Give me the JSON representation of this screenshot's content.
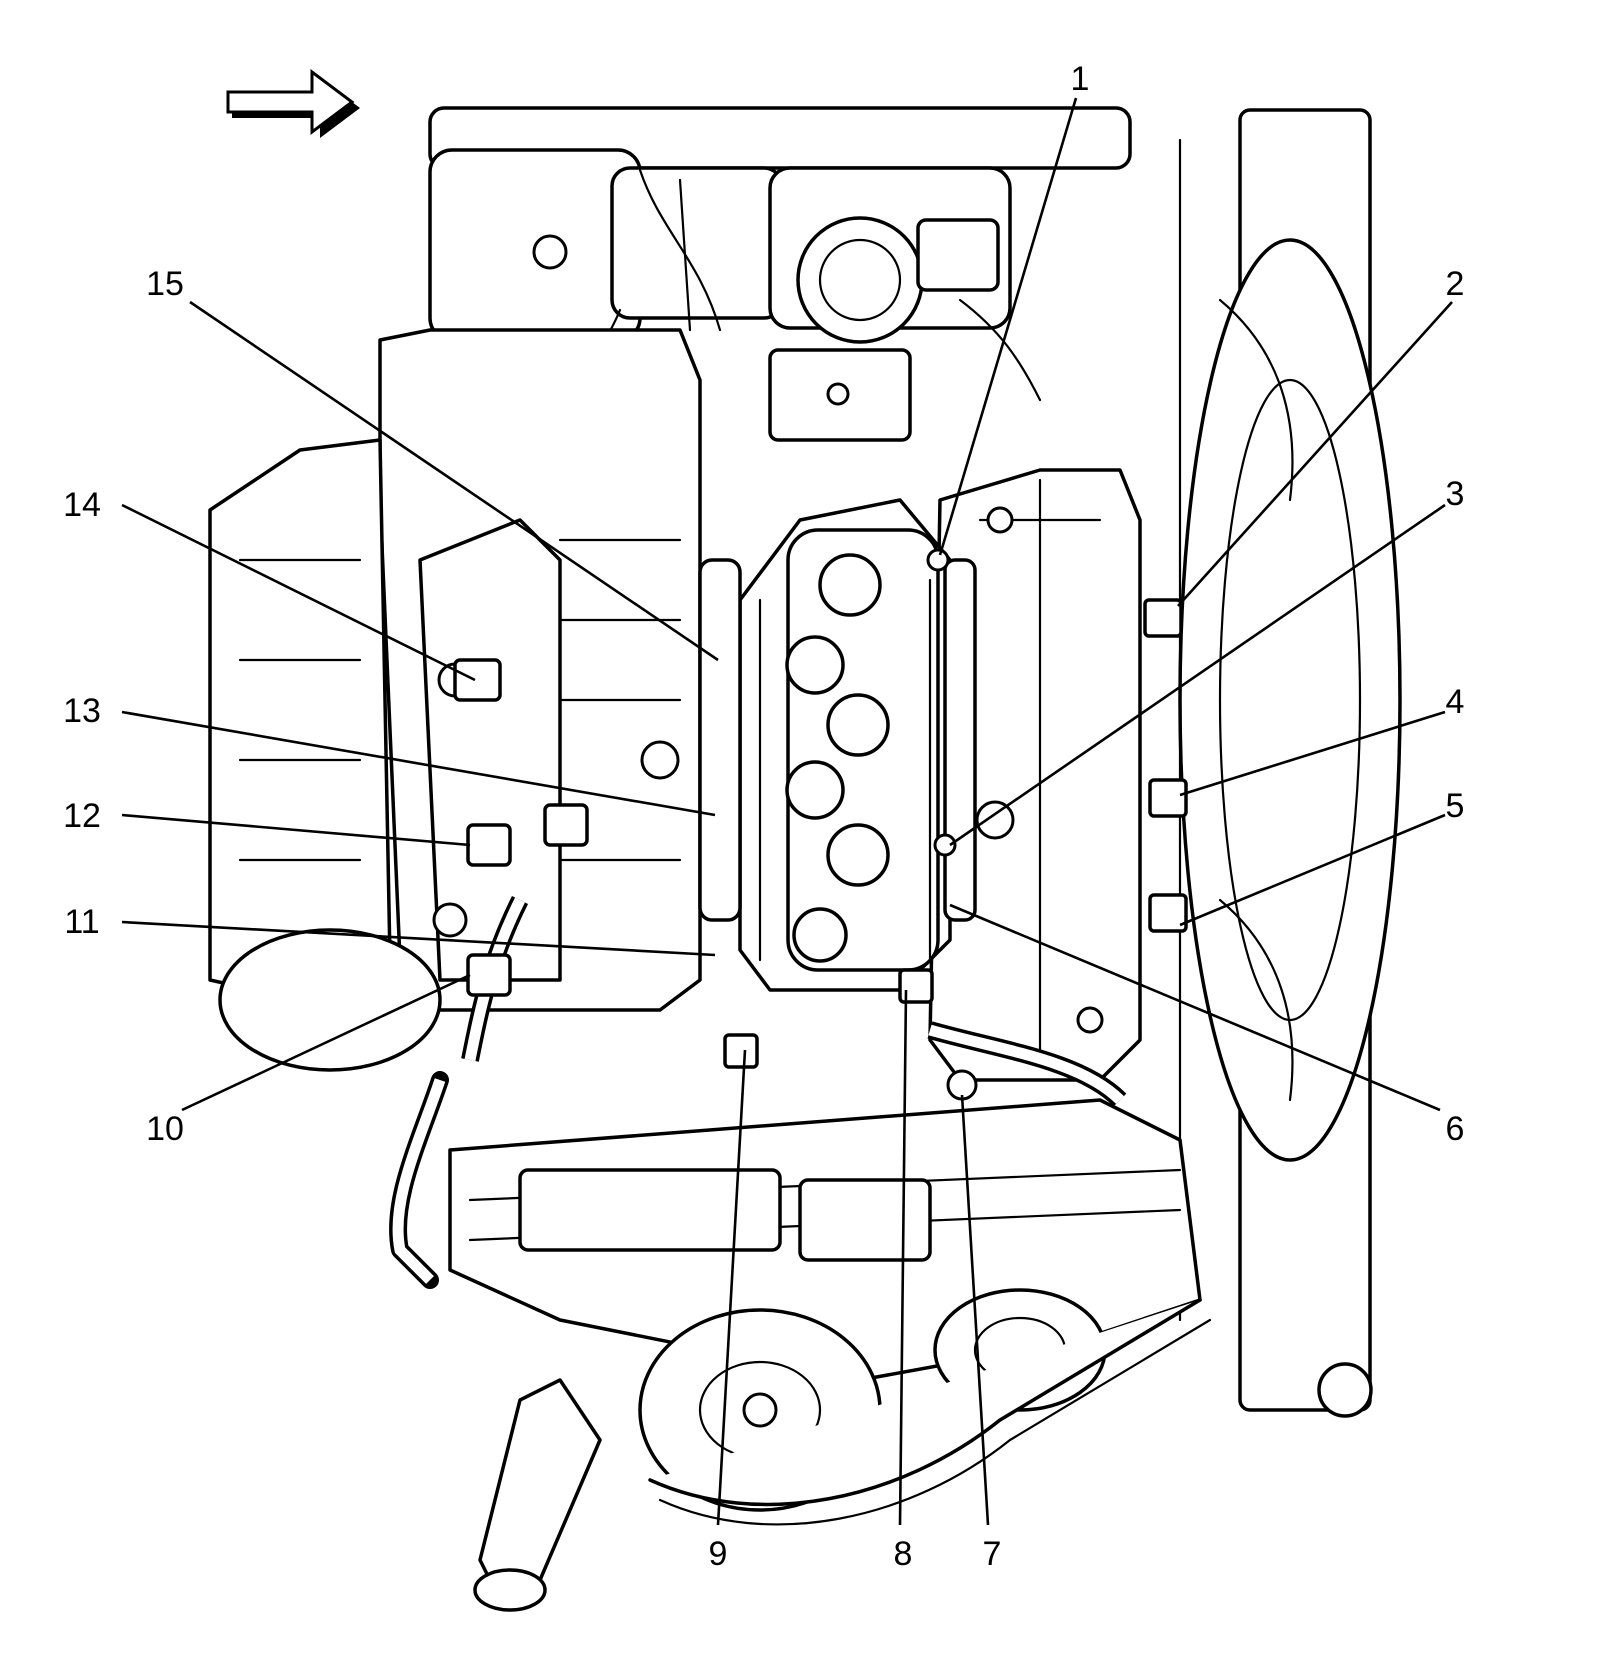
{
  "callouts": [
    {
      "id": "1",
      "label": "1"
    },
    {
      "id": "2",
      "label": "2"
    },
    {
      "id": "3",
      "label": "3"
    },
    {
      "id": "4",
      "label": "4"
    },
    {
      "id": "5",
      "label": "5"
    },
    {
      "id": "6",
      "label": "6"
    },
    {
      "id": "7",
      "label": "7"
    },
    {
      "id": "8",
      "label": "8"
    },
    {
      "id": "9",
      "label": "9"
    },
    {
      "id": "10",
      "label": "10"
    },
    {
      "id": "11",
      "label": "11"
    },
    {
      "id": "12",
      "label": "12"
    },
    {
      "id": "13",
      "label": "13"
    },
    {
      "id": "14",
      "label": "14"
    },
    {
      "id": "15",
      "label": "15"
    }
  ],
  "colors": {
    "ink": "#000000",
    "paper": "#ffffff"
  },
  "icons": {
    "direction": "front-arrow-icon"
  }
}
